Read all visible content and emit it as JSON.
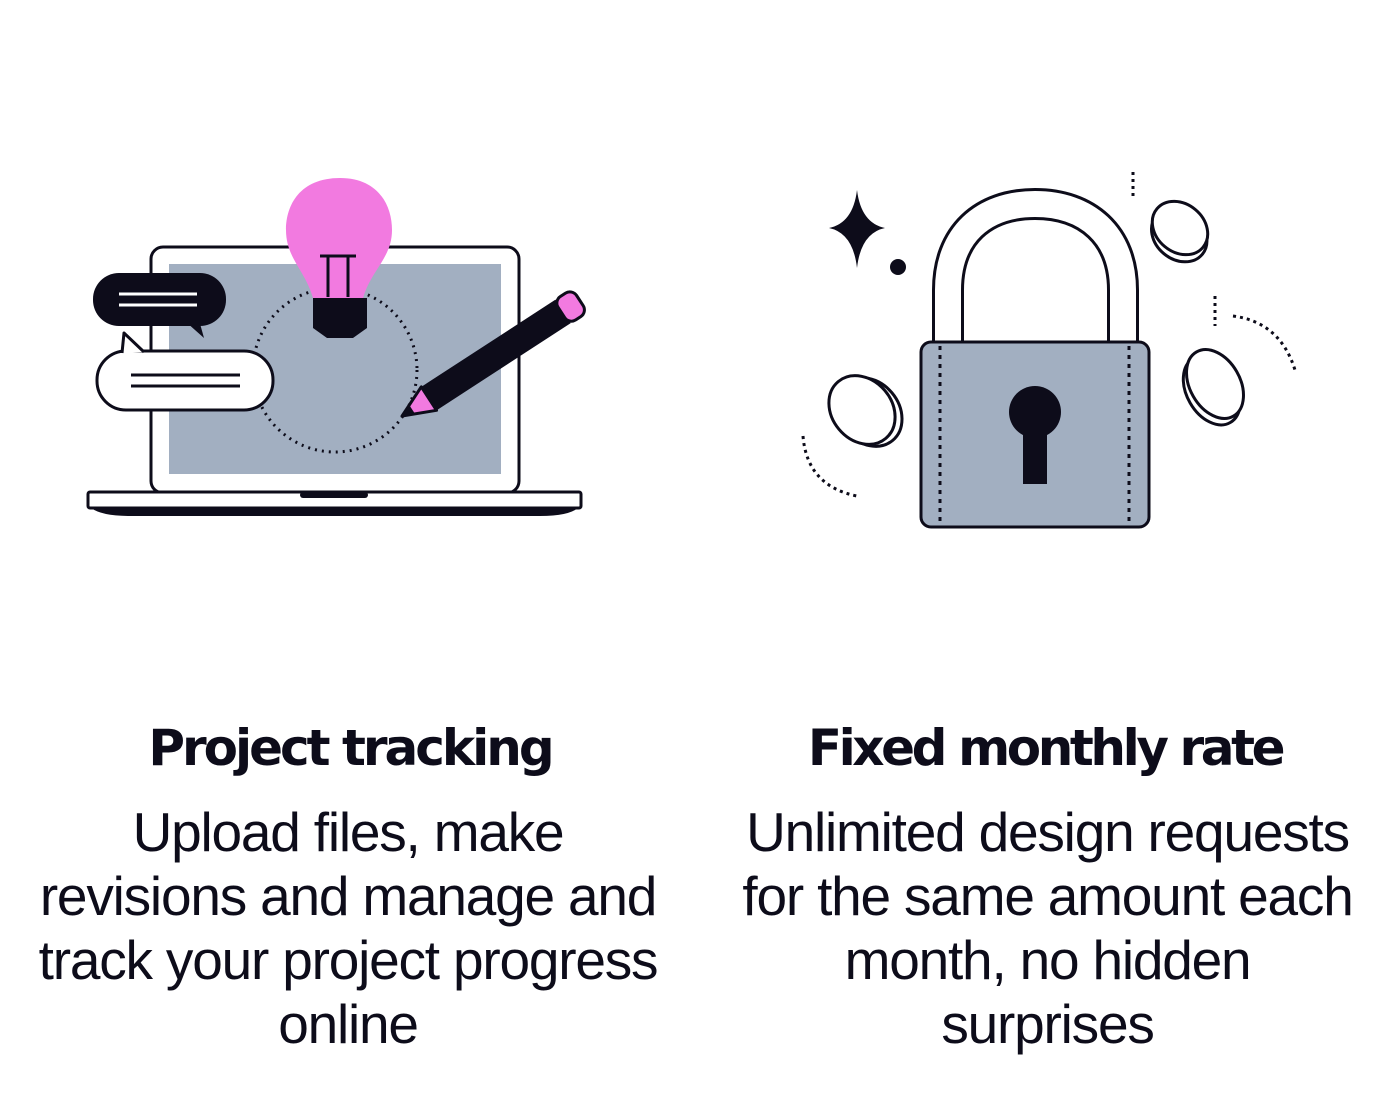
{
  "colors": {
    "ink": "#0d0c1a",
    "pink": "#f27ae0",
    "slate": "#a2afc1",
    "background": "#ffffff"
  },
  "features": [
    {
      "icon": "laptop-lightbulb-pencil-icon",
      "title": "Project tracking",
      "description": "Upload files, make revisions and manage and track your project progress online"
    },
    {
      "icon": "padlock-coins-icon",
      "title": "Fixed monthly rate",
      "description": "Unlimited design requests for the same amount each month, no hidden surprises"
    }
  ]
}
